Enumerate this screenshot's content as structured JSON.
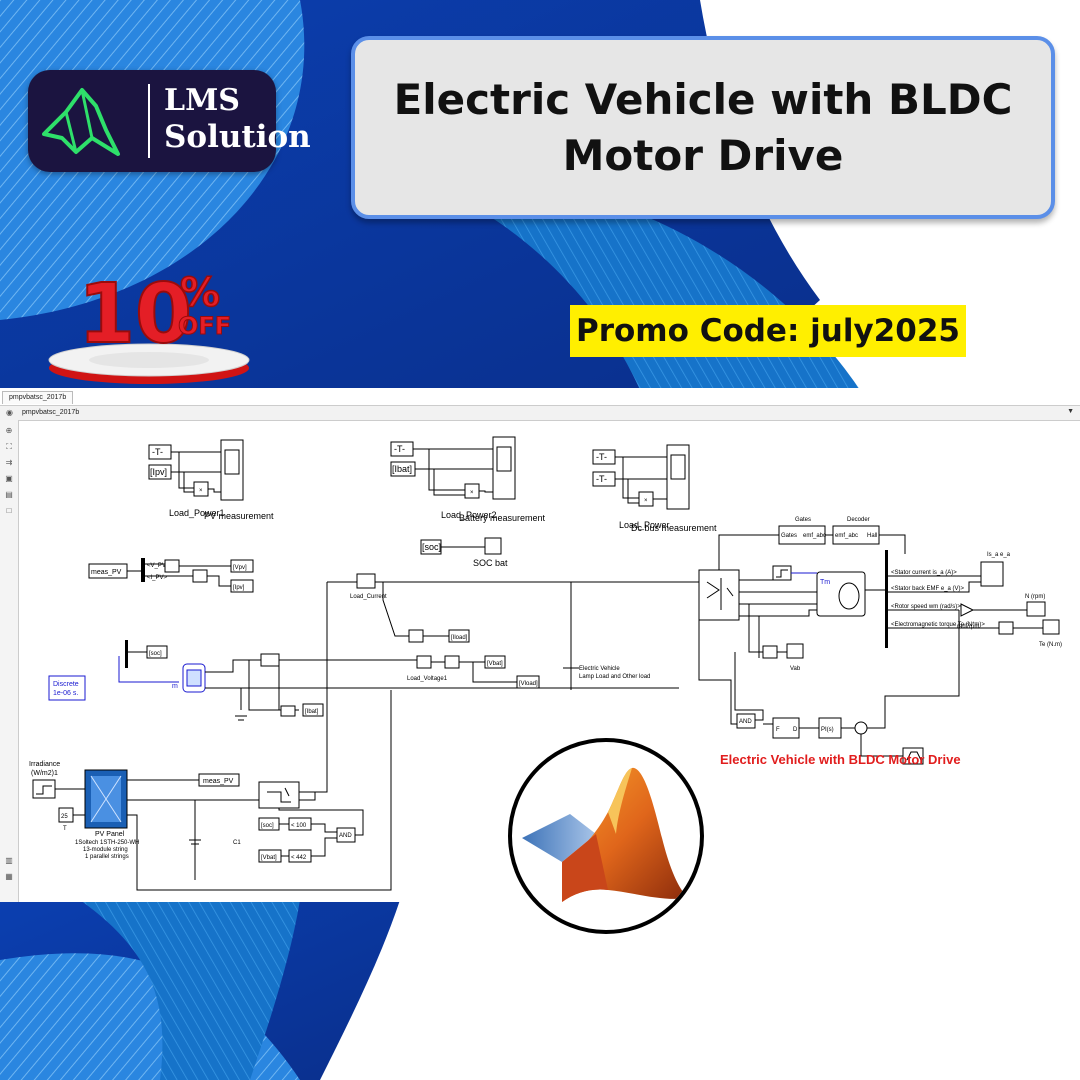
{
  "brand": {
    "line1": "LMS",
    "line2": "Solution"
  },
  "title": "Electric Vehicle with BLDC Motor Drive",
  "promo": "Promo Code: july2025",
  "discount": {
    "value": "10",
    "percent": "%",
    "off": "OFF"
  },
  "colors": {
    "title_border": "#5b8fe8",
    "promo_bg": "#ffef00",
    "discount_red": "#e41e26",
    "caption_red": "#e11d1d",
    "logo_bg": "#1b1440",
    "logo_green": "#2ee06a"
  },
  "simulink": {
    "tab": "pmpvbatsc_2017b",
    "address": "pmpvbatsc_2017b",
    "caption": "Electric Vehicle with BLDC Motor Drive",
    "groups": {
      "pv_meas": {
        "t": "-T-",
        "sig": "[Ipv]",
        "label": "Load_Power1",
        "title": "PV measurement"
      },
      "bat_meas": {
        "t": "-T-",
        "sig": "[Ibat]",
        "label": "Load_Power2",
        "title": "Battery measurement"
      },
      "dc_meas": {
        "t1": "-T-",
        "t2": "-T-",
        "label": "Load_Power",
        "title": "Dc bus measurement"
      },
      "soc": {
        "tag": "[soc]",
        "label": "SOC bat"
      }
    },
    "labels": {
      "meas_pv": "meas_PV",
      "v_pv": "<V_PV>",
      "i_pv": "<I_PV>",
      "vpv": "[Vpv]",
      "ipv": "[Ipv]",
      "load_current": "Load_Current",
      "iload": "[Iload]",
      "ev_lamp1": "Electric Vehicle",
      "ev_lamp2": "Lamp Load and Other load",
      "soc": "[soc]",
      "vbat": "[Vbat]",
      "vload": "[Vload]",
      "load_voltage": "Load_Voltage1",
      "ibat": "[Ibat]",
      "m": "m",
      "discrete1": "Discrete",
      "discrete2": "1e-06 s.",
      "irr1": "Irradiance",
      "irr2": "(W/m2)1",
      "meas_pv2": "meas_PV",
      "temp_val": "25",
      "temp": "T",
      "pv_panel": "PV Panel",
      "pv_desc1": "1Soltech 1STH-250-WH",
      "pv_desc2": "13-module string",
      "pv_desc3": "1 parallel strings",
      "c1": "C1",
      "soc2": "[soc]",
      "lt100": "< 100",
      "and1": "AND",
      "vbat2": "[Vbat]",
      "lt442": "< 442",
      "gates_hdr": "Gates",
      "gates": "Gates",
      "emf_abc1": "emf_abc",
      "decoder_hdr": "Decoder",
      "emf_abc2": "emf_abc",
      "hall": "Hall",
      "tm": "Tm",
      "vab": "Vab",
      "and2": "AND",
      "f": "F",
      "d": "D",
      "pi": "PI(s)",
      "stator_i": "<Stator current is_a (A)>",
      "stator_emf": "<Stator back EMF e_a (V)>",
      "rotor_speed": "<Rotor speed wm (rad/s)>",
      "torque": "<Electromagnetic torque Te (N*m)>",
      "rad2rpm": "rad2rpm",
      "is_e": "Is_a e_a",
      "n_rpm": "N (rpm)",
      "te": "Te (N.m)"
    }
  }
}
